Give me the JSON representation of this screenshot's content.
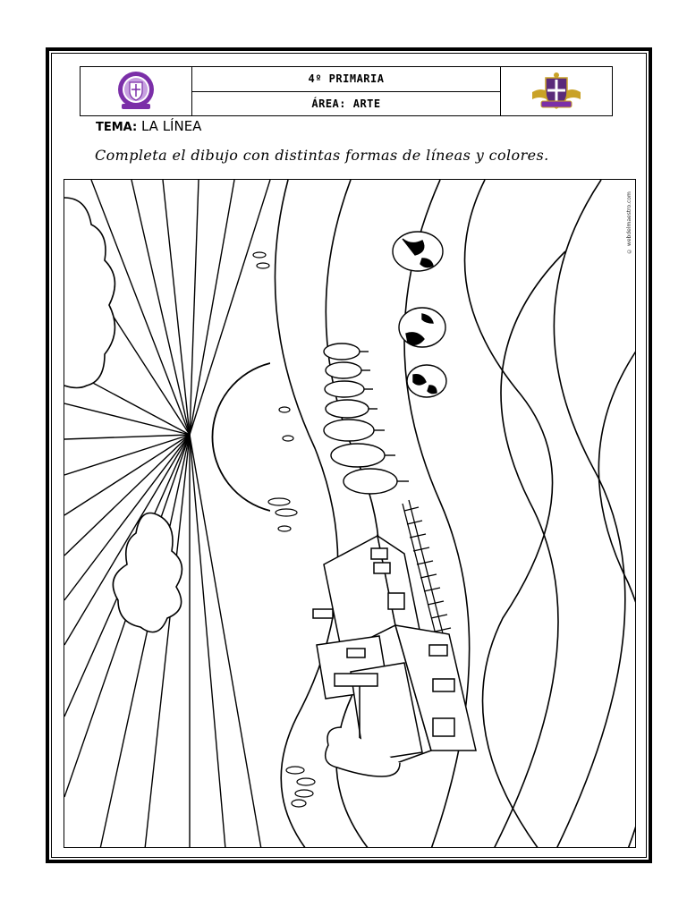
{
  "header": {
    "grade": "4º PRIMARIA",
    "area": "ÁREA: ARTE",
    "left_logo": "school-crest-purple",
    "right_logo": "school-crest-gold"
  },
  "tema": {
    "label": "TEMA:",
    "value": "LA LÍNEA"
  },
  "instruction": "Completa el dibujo con distintas formas de líneas y colores.",
  "credit": "© webdelmaestro.com",
  "colors": {
    "ink": "#000000",
    "logo_purple": "#7b2fa8",
    "logo_gold": "#c9a227"
  }
}
